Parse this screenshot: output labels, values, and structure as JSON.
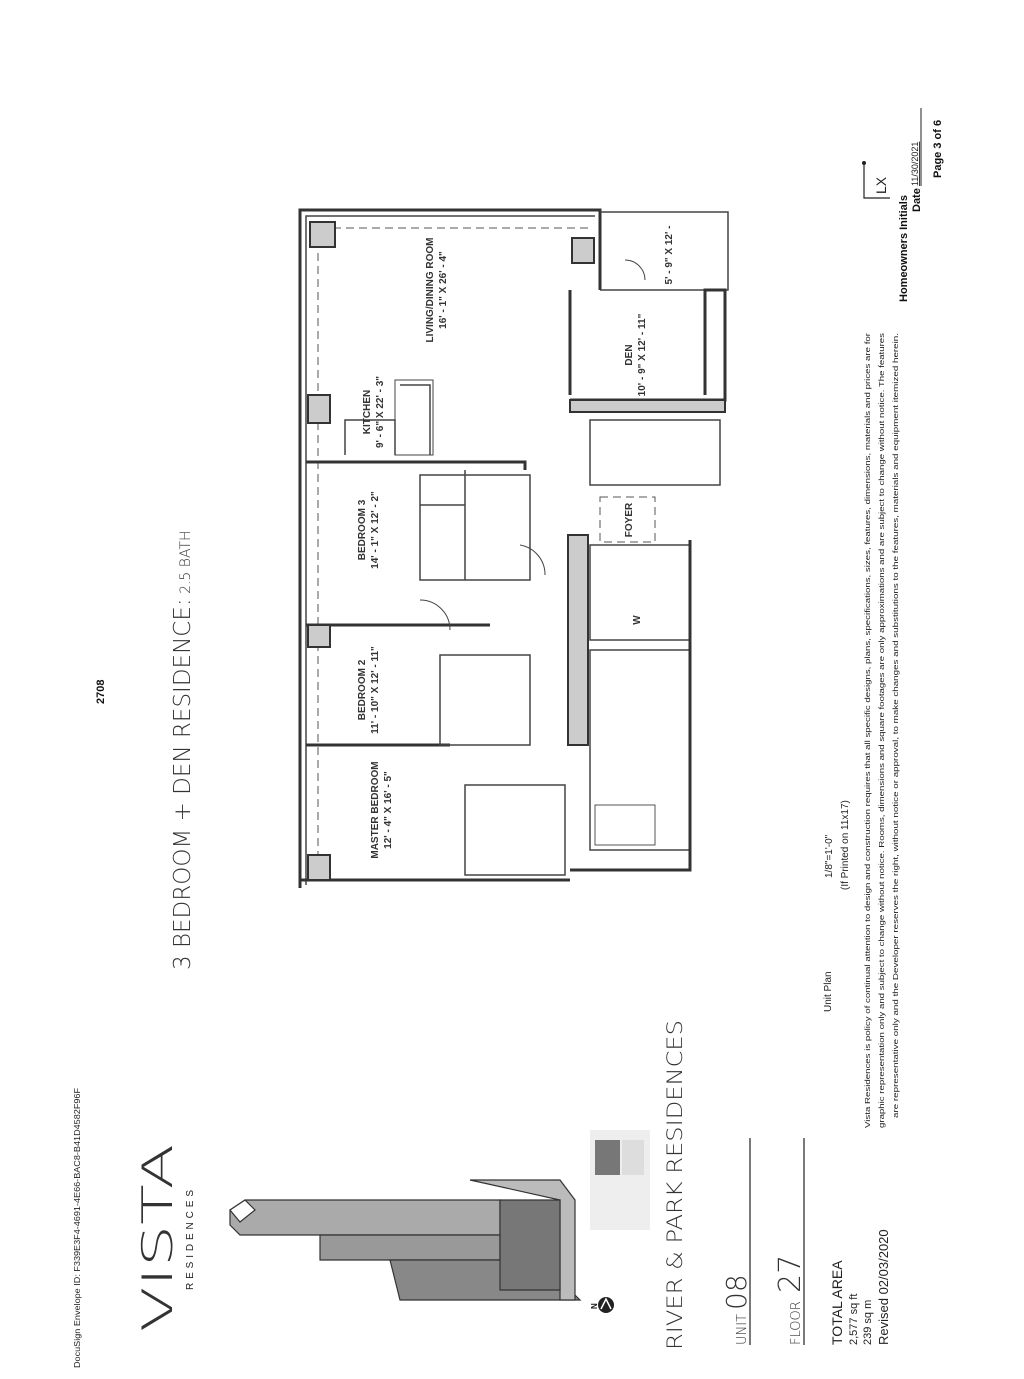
{
  "envelope_id": "DocuSign Envelope ID: F339E3F4-4691-4E66-BAC8-B41D4582F96F",
  "brand": {
    "name": "VISTA",
    "sub": "RESIDENCES"
  },
  "unit_number_top": "2708",
  "title": {
    "main": "3 BEDROOM + DEN RESIDENCE:",
    "bath": " 2.5 BATH"
  },
  "compass": "N",
  "building_name": "RIVER & PARK RESIDENCES",
  "unit": {
    "label": "UNIT",
    "value": "08"
  },
  "floor": {
    "label": "FLOOR",
    "value": "27"
  },
  "area": {
    "label": "TOTAL AREA",
    "sqft": "2,577 sq ft",
    "sqm": "239 sq m",
    "revised": "Revised 02/03/2020"
  },
  "plan": {
    "label": "Unit Plan",
    "scale": "1/8\"=1'-0\"",
    "scale_note": "(If Printed on 11x17)"
  },
  "disclaimer": [
    "Vista Residences is policy of continual attention to design and construction requires that all specific designs, plans, specifications, sizes, features, dimensions, materials and prices are for",
    "graphic representation only and subject to change without notice. Rooms, dimensions and square footages are only approximations and are subject to change without notice. The features",
    "are representative only and the Developer reserves the right, without notice or approval, to make changes and substitutions to the features, materials and equipment itemized herein."
  ],
  "signoff": {
    "initials_label": "Homeowners Initials",
    "initials": "LX",
    "date_label": "Date",
    "date": "11/30/2021",
    "page": "Page 3 of 6"
  },
  "rooms": {
    "living": {
      "name": "LIVING/DINING ROOM",
      "dims": "16' - 1\" X 26' - 4\""
    },
    "kitchen": {
      "name": "KITCHEN",
      "dims": "9' - 6\" X 22' - 3\""
    },
    "den": {
      "name": "DEN",
      "dims": "10' - 9\" X 12' - 11\""
    },
    "balcony": {
      "dims": "5' - 9\" X 12' -"
    },
    "bedroom3": {
      "name": "BEDROOM 3",
      "dims": "14' - 1\" X 12' - 2\""
    },
    "bedroom2": {
      "name": "BEDROOM 2",
      "dims": "11' - 10\" X 12' - 11\""
    },
    "master": {
      "name": "MASTER BEDROOM",
      "dims": "12' - 4\" X 16' - 5\""
    },
    "foyer": {
      "name": "FOYER"
    },
    "washer": {
      "name": "W"
    }
  }
}
